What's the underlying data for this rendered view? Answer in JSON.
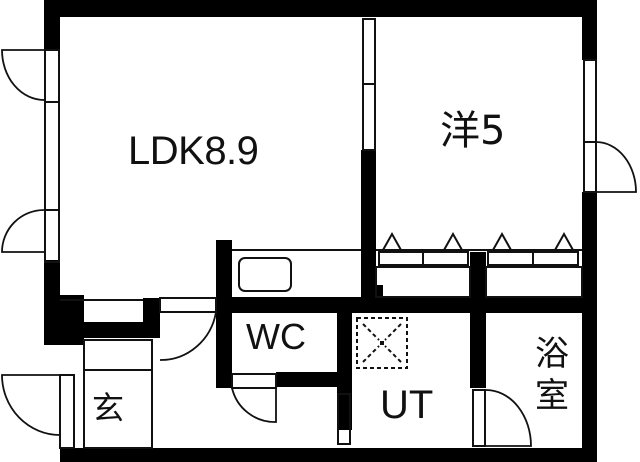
{
  "floor_plan": {
    "rooms": [
      {
        "id": "ldk",
        "label": "LDK8.9"
      },
      {
        "id": "western",
        "label": "洋5"
      },
      {
        "id": "wc",
        "label": "WC"
      },
      {
        "id": "utility",
        "label": "UT"
      },
      {
        "id": "bath",
        "label": "浴室"
      },
      {
        "id": "entrance",
        "label": "玄"
      }
    ],
    "colors": {
      "wall": "#000000",
      "line": "#111111",
      "background": "#ffffff"
    }
  }
}
